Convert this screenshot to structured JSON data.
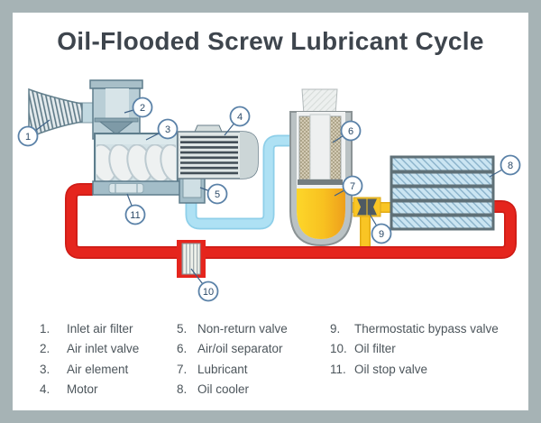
{
  "title": "Oil-Flooded Screw Lubricant Cycle",
  "colors": {
    "frame": "#a6b3b5",
    "panel": "#ffffff",
    "title_text": "#3e454d",
    "legend_text": "#4c555b",
    "pipe_red": "#e5251d",
    "pipe_air_blue": "#aee1f4",
    "pipe_oil_yellow": "#f9c524",
    "oil_light": "#fdd62a",
    "oil_dark": "#ee9f1c",
    "callout_stroke": "#5b82a8",
    "callout_text": "#2c4a68"
  },
  "diagram": {
    "callouts": [
      {
        "number": "1"
      },
      {
        "number": "2"
      },
      {
        "number": "3"
      },
      {
        "number": "4"
      },
      {
        "number": "5"
      },
      {
        "number": "6"
      },
      {
        "number": "7"
      },
      {
        "number": "8"
      },
      {
        "number": "9"
      },
      {
        "number": "10"
      },
      {
        "number": "11"
      }
    ]
  },
  "legend": {
    "columns": [
      {
        "items": [
          {
            "num": "1.",
            "label": "Inlet air filter"
          },
          {
            "num": "2.",
            "label": "Air inlet valve"
          },
          {
            "num": "3.",
            "label": "Air element"
          },
          {
            "num": "4.",
            "label": "Motor"
          }
        ]
      },
      {
        "items": [
          {
            "num": "5.",
            "label": "Non-return valve"
          },
          {
            "num": "6.",
            "label": "Air/oil separator"
          },
          {
            "num": "7.",
            "label": "Lubricant"
          },
          {
            "num": "8.",
            "label": "Oil cooler"
          }
        ]
      },
      {
        "items": [
          {
            "num": "9.",
            "label": "Thermostatic bypass valve"
          },
          {
            "num": "10.",
            "label": "Oil filter"
          },
          {
            "num": "11.",
            "label": "Oil stop valve"
          }
        ]
      }
    ]
  }
}
